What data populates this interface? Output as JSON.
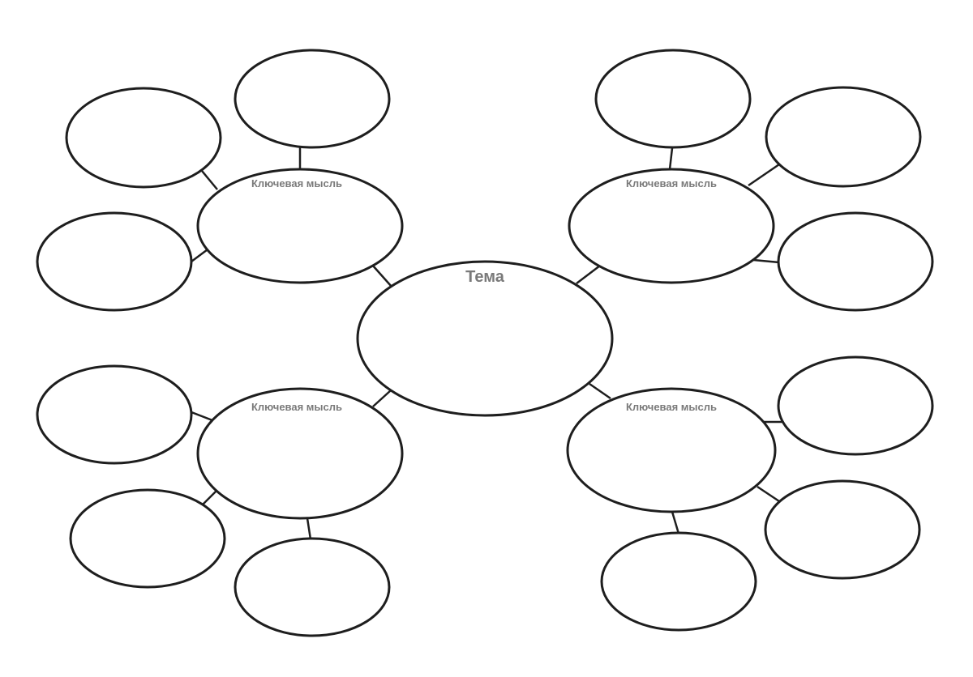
{
  "topic": {
    "label": "Тема"
  },
  "key_ideas": [
    {
      "label": "Ключевая мысль"
    },
    {
      "label": "Ключевая мысль"
    },
    {
      "label": "Ключевая мысль"
    },
    {
      "label": "Ключевая мысль"
    }
  ]
}
